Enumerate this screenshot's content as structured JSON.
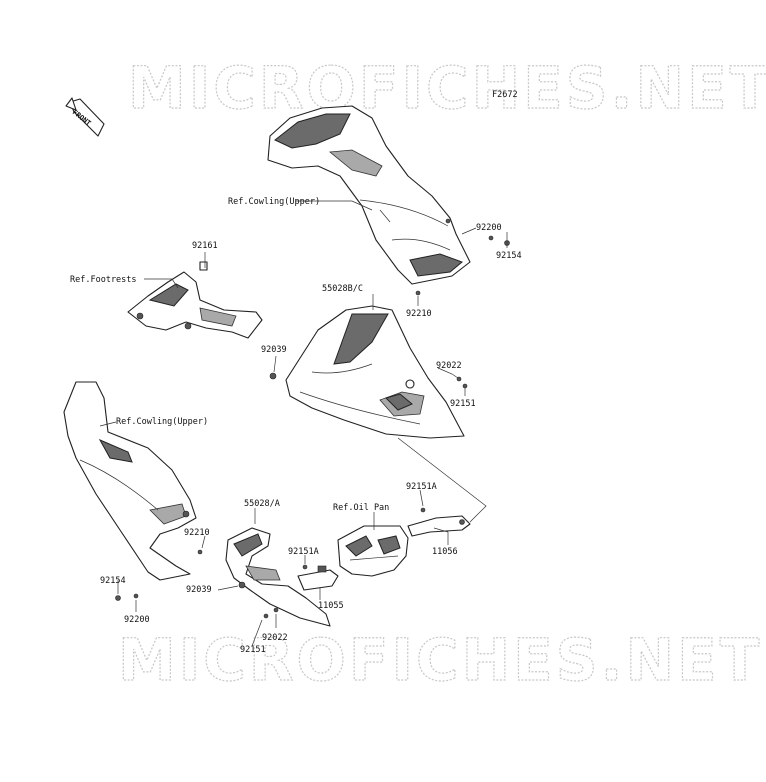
{
  "watermark": "MICROFICHES.NET",
  "figure_code": "F2672",
  "front_badge": "FRONT",
  "callouts": {
    "ref_cowling_upper_top": "Ref.Cowling(Upper)",
    "ref_cowling_upper_left": "Ref.Cowling(Upper)",
    "ref_footrests": "Ref.Footrests",
    "ref_oil_pan": "Ref.Oil Pan",
    "p92200_top": "92200",
    "p92154_top": "92154",
    "p92161": "92161",
    "p55028bc": "55028B/C",
    "p92210_top": "92210",
    "p92039_top": "92039",
    "p92022_top": "92022",
    "p92151_top": "92151",
    "p92151a_right": "92151A",
    "p55028a": "55028/A",
    "p92210_left": "92210",
    "p11056": "11056",
    "p92151a_mid": "92151A",
    "p92039_bottom": "92039",
    "p92154_left": "92154",
    "p11055": "11055",
    "p92200_left": "92200",
    "p92022_bottom": "92022",
    "p92151_bottom": "92151"
  }
}
